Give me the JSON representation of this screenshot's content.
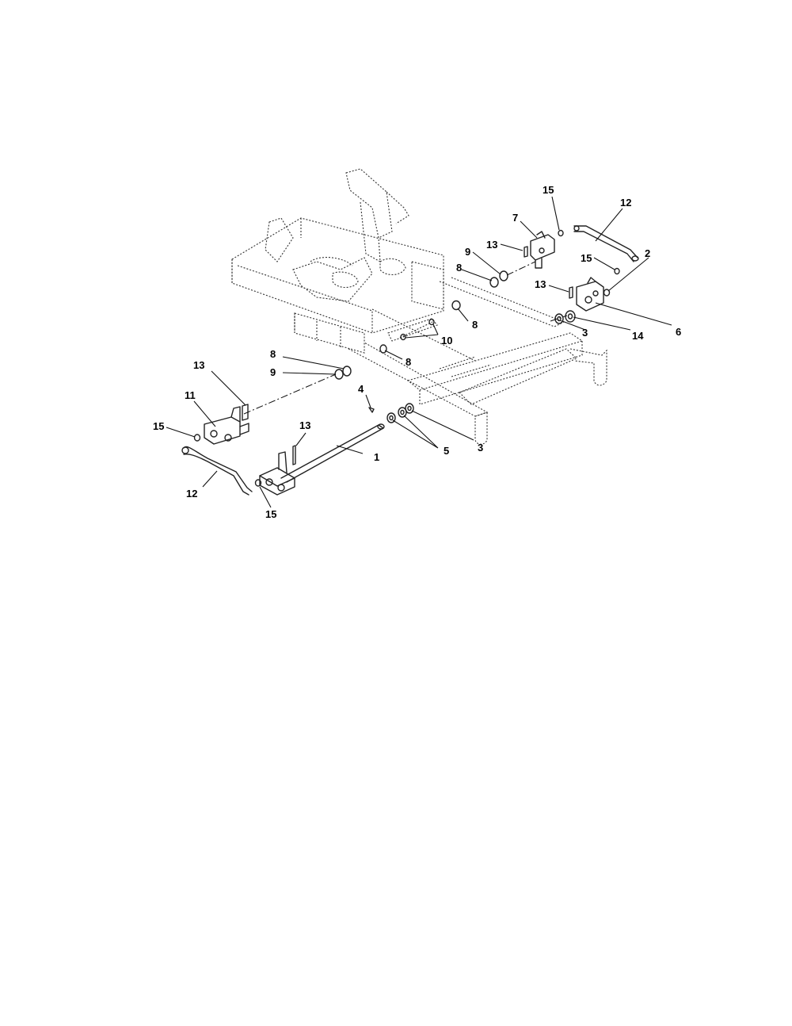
{
  "callouts": {
    "c1": "1",
    "c2": "2",
    "c3a": "3",
    "c3b": "3",
    "c4": "4",
    "c5": "5",
    "c6": "6",
    "c7": "7",
    "c8a": "8",
    "c8b": "8",
    "c8c": "8",
    "c8d": "8",
    "c9a": "9",
    "c9b": "9",
    "c10": "10",
    "c11": "11",
    "c12a": "12",
    "c12b": "12",
    "c13a": "13",
    "c13b": "13",
    "c13c": "13",
    "c13d": "13",
    "c14": "14",
    "c15a": "15",
    "c15b": "15",
    "c15c": "15",
    "c15d": "15"
  }
}
